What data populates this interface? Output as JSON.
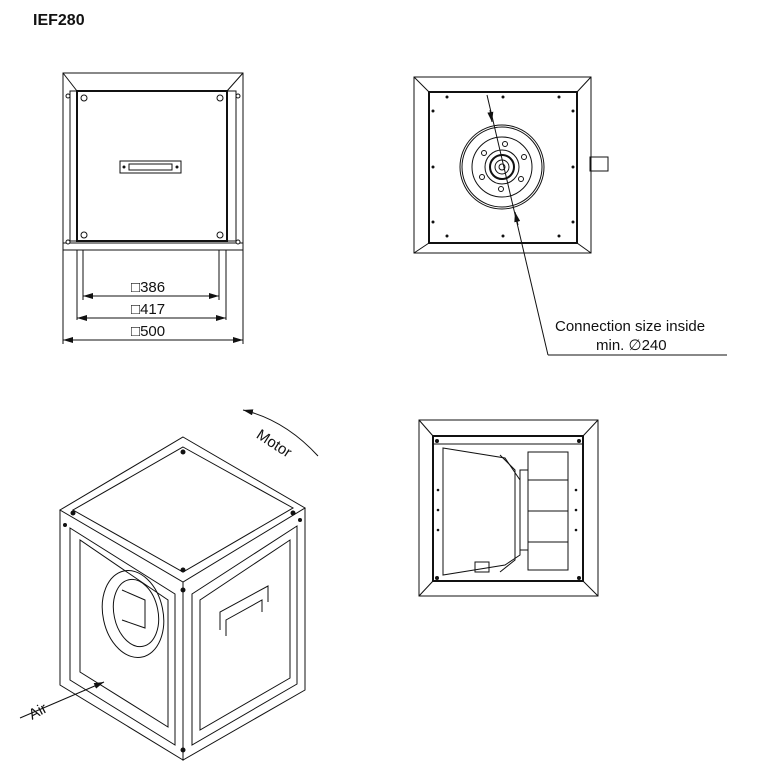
{
  "title": "IEF280",
  "front_view": {
    "dimensions": [
      {
        "symbol": "□",
        "value": "386"
      },
      {
        "symbol": "□",
        "value": "417"
      },
      {
        "symbol": "□",
        "value": "500"
      }
    ]
  },
  "side_view": {
    "annotation_line1": "Connection size inside",
    "annotation_line2": "min. ∅240"
  },
  "iso_view": {
    "rotation_label": "Motor",
    "airflow_label": "Air"
  }
}
